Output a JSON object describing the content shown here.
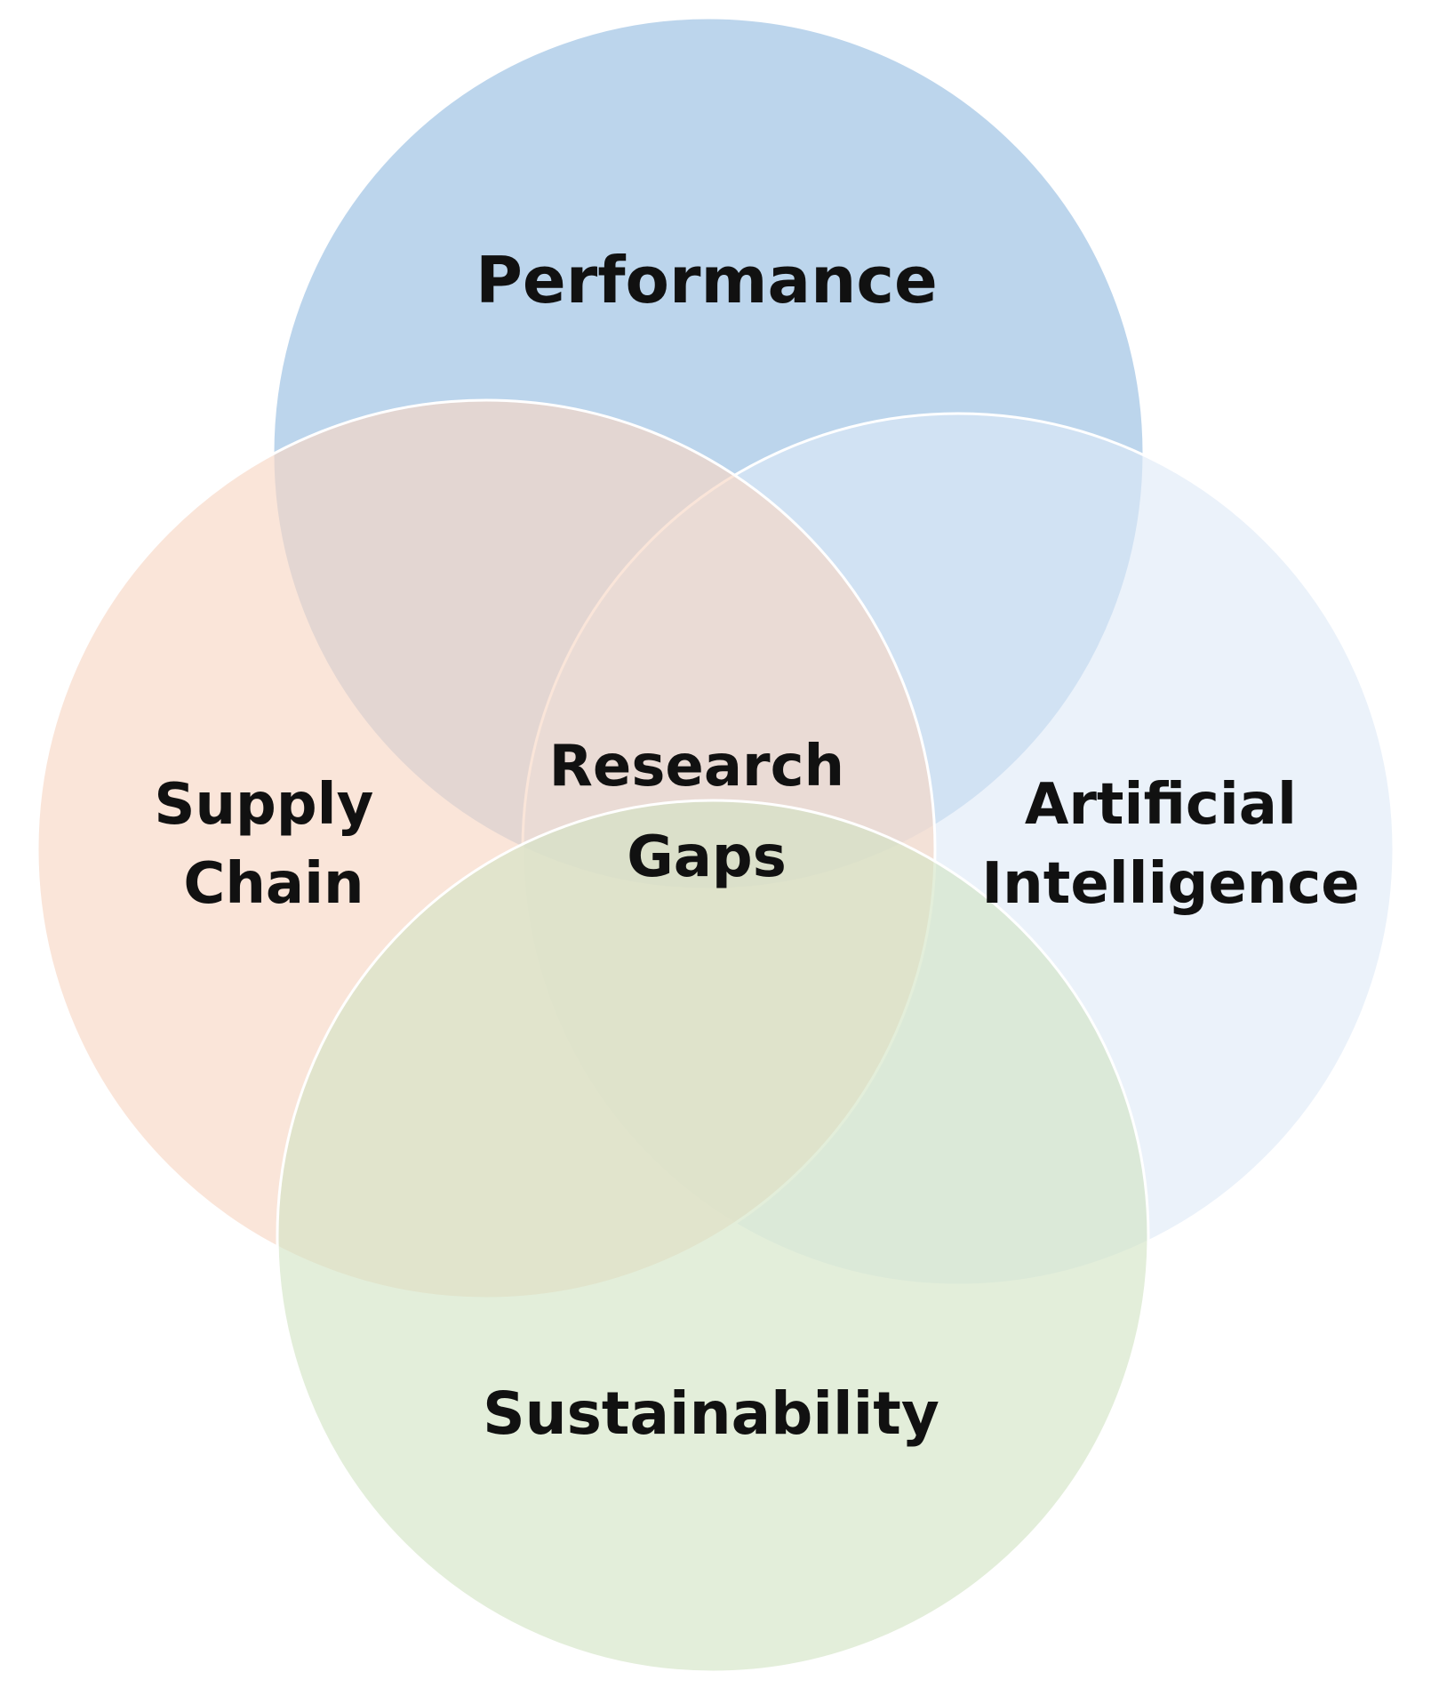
{
  "diagram": {
    "circles": [
      {
        "id": "performance",
        "label_lines": [
          "Performance"
        ],
        "color": "#b3cfe9",
        "opacity": 0.88
      },
      {
        "id": "artificial-intelligence",
        "label_lines": [
          "Artificial",
          "Intelligence"
        ],
        "color": "#dfeaf7",
        "opacity": 0.62
      },
      {
        "id": "supply-chain",
        "label_lines": [
          "Supply",
          "Chain"
        ],
        "color": "#f7d7c5",
        "opacity": 0.65
      },
      {
        "id": "sustainability",
        "label_lines": [
          "Sustainability"
        ],
        "color": "#d2e4c4",
        "opacity": 0.62
      }
    ],
    "center_label_lines": [
      "Research",
      "Gaps"
    ],
    "outline_color": "#ffffff"
  }
}
